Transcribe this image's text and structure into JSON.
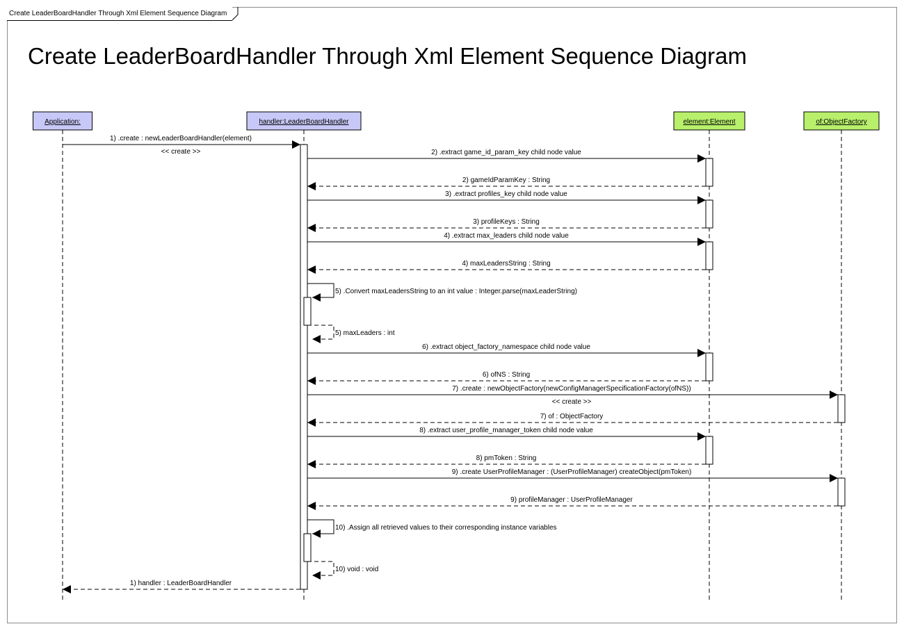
{
  "frame": {
    "tab_label": "Create LeaderBoardHandler Through Xml Element Sequence Diagram",
    "title": "Create LeaderBoardHandler Through Xml Element Sequence Diagram"
  },
  "colors": {
    "application": "#c8c8f8",
    "handler": "#c8c8f8",
    "element": "#b8f06c",
    "objectfactory": "#b8f06c"
  },
  "participants": [
    {
      "id": "app",
      "label": "Application:",
      "fill": "#c8c8f8"
    },
    {
      "id": "handler",
      "label": "handler:LeaderBoardHandler",
      "fill": "#c8c8f8"
    },
    {
      "id": "element",
      "label": "element:Element",
      "fill": "#b8f06c"
    },
    {
      "id": "of",
      "label": "of:ObjectFactory",
      "fill": "#b8f06c"
    }
  ],
  "messages": [
    {
      "from": "app",
      "to": "handler",
      "kind": "call",
      "label": "1) .create : newLeaderBoardHandler(element)",
      "sublabel": "<< create >>"
    },
    {
      "from": "handler",
      "to": "element",
      "kind": "call",
      "label": "2) .extract game_id_param_key child node value"
    },
    {
      "from": "element",
      "to": "handler",
      "kind": "return",
      "label": "2) gameIdParamKey : String"
    },
    {
      "from": "handler",
      "to": "element",
      "kind": "call",
      "label": "3) .extract profiles_key child node value"
    },
    {
      "from": "element",
      "to": "handler",
      "kind": "return",
      "label": "3) profileKeys : String"
    },
    {
      "from": "handler",
      "to": "element",
      "kind": "call",
      "label": "4) .extract max_leaders child node value"
    },
    {
      "from": "element",
      "to": "handler",
      "kind": "return",
      "label": "4) maxLeadersString : String"
    },
    {
      "from": "handler",
      "to": "handler",
      "kind": "self-call",
      "label": "5) .Convert maxLeadersString to an int value : Integer.parse(maxLeaderString)"
    },
    {
      "from": "handler",
      "to": "handler",
      "kind": "self-return",
      "label": "5) maxLeaders : int"
    },
    {
      "from": "handler",
      "to": "element",
      "kind": "call",
      "label": "6) .extract object_factory_namespace child node value"
    },
    {
      "from": "element",
      "to": "handler",
      "kind": "return",
      "label": "6) ofNS : String"
    },
    {
      "from": "handler",
      "to": "of",
      "kind": "call",
      "label": "7) .create : newObjectFactory(newConfigManagerSpecificationFactory(ofNS))",
      "sublabel": "<< create >>"
    },
    {
      "from": "of",
      "to": "handler",
      "kind": "return",
      "label": "7) of : ObjectFactory"
    },
    {
      "from": "handler",
      "to": "element",
      "kind": "call",
      "label": "8) .extract user_profile_manager_token child node value"
    },
    {
      "from": "element",
      "to": "handler",
      "kind": "return",
      "label": "8) pmToken : String"
    },
    {
      "from": "handler",
      "to": "of",
      "kind": "call",
      "label": "9) .create UserProfileManager : (UserProfileManager) createObject(pmToken)"
    },
    {
      "from": "of",
      "to": "handler",
      "kind": "return",
      "label": "9) profileManager : UserProfileManager"
    },
    {
      "from": "handler",
      "to": "handler",
      "kind": "self-call",
      "label": "10) .Assign all retrieved values to their corresponding instance variables"
    },
    {
      "from": "handler",
      "to": "handler",
      "kind": "self-return",
      "label": "10) void : void"
    },
    {
      "from": "handler",
      "to": "app",
      "kind": "return",
      "label": "1) handler : LeaderBoardHandler"
    }
  ]
}
